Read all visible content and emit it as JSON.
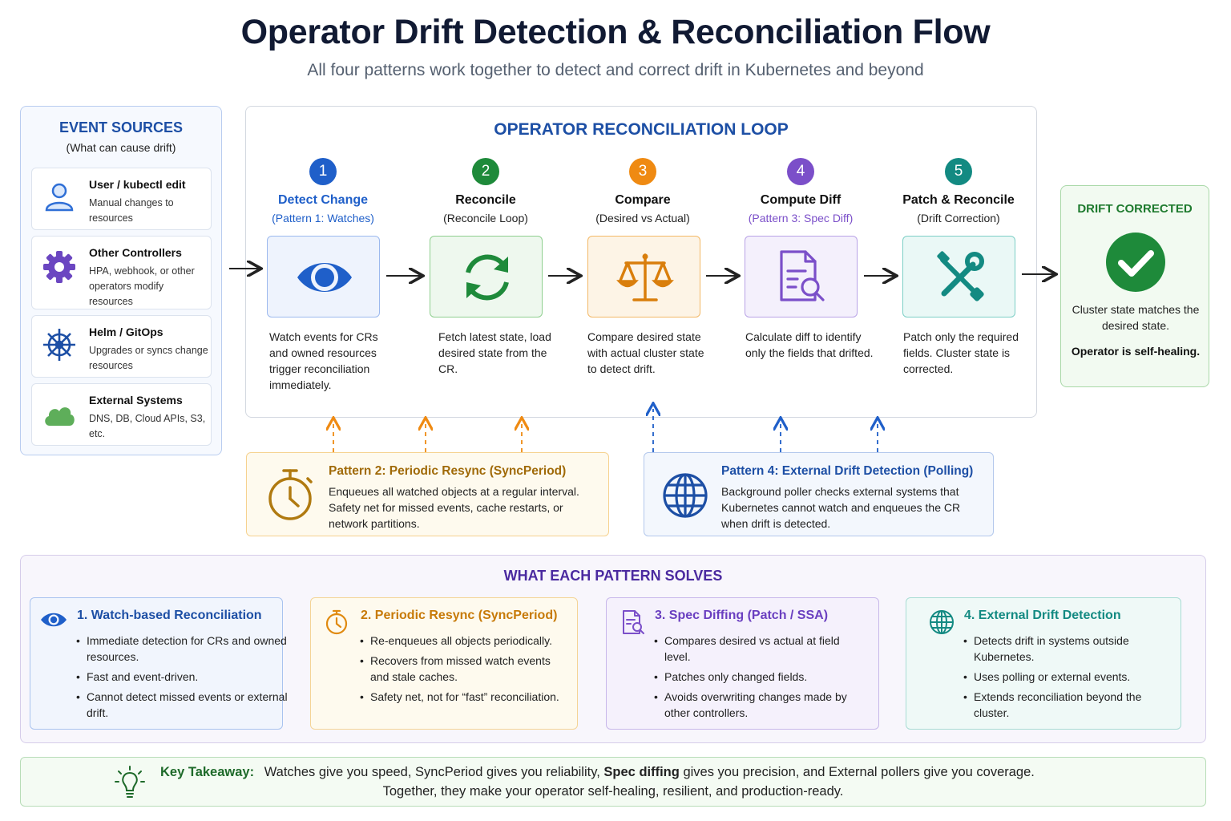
{
  "title": "Operator Drift Detection & Reconciliation Flow",
  "subtitle": "All four patterns work together to detect and correct drift in Kubernetes and beyond",
  "event_sources": {
    "title": "EVENT SOURCES",
    "subtitle": "(What can cause drift)",
    "items": [
      {
        "title": "User / kubectl edit",
        "desc": "Manual changes to resources",
        "icon": "user-icon"
      },
      {
        "title": "Other Controllers",
        "desc": "HPA, webhook, or other operators modify resources",
        "icon": "gear-icon"
      },
      {
        "title": "Helm / GitOps",
        "desc": "Upgrades or syncs change resources",
        "icon": "helm-wheel-icon"
      },
      {
        "title": "External Systems",
        "desc": "DNS, DB, Cloud APIs, S3, etc.",
        "icon": "cloud-icon"
      }
    ]
  },
  "loop": {
    "title": "OPERATOR RECONCILIATION LOOP",
    "steps": [
      {
        "num": "1",
        "title": "Detect Change",
        "sub": "(Pattern 1: Watches)",
        "desc": "Watch events for CRs and owned resources trigger reconciliation immediately.",
        "color": "#1f5fc9",
        "icon": "eye-icon"
      },
      {
        "num": "2",
        "title": "Reconcile",
        "sub": "(Reconcile Loop)",
        "desc": "Fetch latest state, load desired state from the CR.",
        "color": "#1e8a3a",
        "icon": "refresh-icon"
      },
      {
        "num": "3",
        "title": "Compare",
        "sub": "(Desired vs Actual)",
        "desc": "Compare desired state with actual cluster state to detect drift.",
        "color": "#ef8a12",
        "icon": "scale-icon"
      },
      {
        "num": "4",
        "title": "Compute Diff",
        "sub": "(Pattern 3: Spec Diff)",
        "desc": "Calculate diff to identify only the fields that drifted.",
        "color": "#7b4fc9",
        "icon": "document-search-icon"
      },
      {
        "num": "5",
        "title": "Patch & Reconcile",
        "sub": "(Drift Correction)",
        "desc": "Patch only the required fields. Cluster state is corrected.",
        "color": "#138a82",
        "icon": "tools-icon"
      }
    ]
  },
  "drift_corrected": {
    "title": "DRIFT CORRECTED",
    "desc": "Cluster state matches the desired state.",
    "desc2": "Operator is self-healing."
  },
  "pattern2": {
    "title": "Pattern 2: Periodic Resync (SyncPeriod)",
    "desc": "Enqueues all watched objects at a regular interval. Safety net for missed events, cache restarts, or network partitions."
  },
  "pattern4": {
    "title": "Pattern 4: External Drift Detection (Polling)",
    "desc": "Background poller checks external systems that Kubernetes cannot watch and enqueues the CR when drift is detected."
  },
  "solves": {
    "title": "WHAT EACH PATTERN SOLVES",
    "cards": [
      {
        "title": "1. Watch-based Reconciliation",
        "bullets": [
          "Immediate detection for CRs and owned resources.",
          "Fast and event-driven.",
          "Cannot detect missed events or external drift."
        ]
      },
      {
        "title": "2. Periodic Resync (SyncPeriod)",
        "bullets": [
          "Re-enqueues all objects periodically.",
          "Recovers from missed watch events and stale caches.",
          "Safety net, not for “fast” reconciliation."
        ]
      },
      {
        "title": "3. Spec Diffing (Patch / SSA)",
        "bullets": [
          "Compares desired vs actual at field level.",
          "Patches only changed fields.",
          "Avoids overwriting changes made by other controllers."
        ]
      },
      {
        "title": "4. External Drift Detection",
        "bullets": [
          "Detects drift in systems outside Kubernetes.",
          "Uses polling or external events.",
          "Extends reconciliation beyond the cluster."
        ]
      }
    ]
  },
  "takeaway": {
    "label": "Key Takeaway:",
    "line1_a": "Watches give you speed, SyncPeriod gives you reliability,",
    "line1_b": "Spec diffing",
    "line1_c": "gives you precision, and External pollers give you coverage.",
    "line2": "Together, they make your operator self-healing, resilient, and production-ready."
  }
}
